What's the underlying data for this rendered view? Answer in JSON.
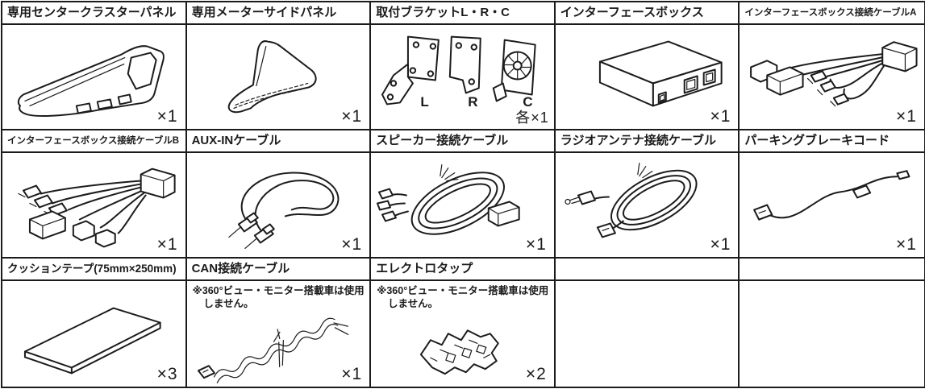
{
  "table_name": "付属品一覧 (parts list)",
  "colors": {
    "line": "#1c1c1c",
    "background": "#ffffff"
  },
  "cells": [
    {
      "title": "専用センタークラスターパネル",
      "qty": "×1",
      "illustration": "center-cluster-panel-illustration"
    },
    {
      "title": "専用メーターサイドパネル",
      "qty": "×1",
      "illustration": "meter-side-panel-illustration"
    },
    {
      "title": "取付ブラケットL・R・C",
      "qty": "各×1",
      "labels": [
        "L",
        "R",
        "C"
      ],
      "illustration": "mounting-brackets-lrc-illustration"
    },
    {
      "title": "インターフェースボックス",
      "qty": "×1",
      "illustration": "interface-box-illustration"
    },
    {
      "title": "インターフェースボックス接続ケーブルA",
      "qty": "×1",
      "illustration": "interface-box-cable-a-illustration"
    },
    {
      "title": "インターフェースボックス接続ケーブルB",
      "qty": "×1",
      "illustration": "interface-box-cable-b-illustration"
    },
    {
      "title": "AUX-INケーブル",
      "qty": "×1",
      "illustration": "aux-in-cable-illustration"
    },
    {
      "title": "スピーカー接続ケーブル",
      "qty": "×1",
      "illustration": "speaker-cable-illustration"
    },
    {
      "title": "ラジオアンテナ接続ケーブル",
      "qty": "×1",
      "illustration": "radio-antenna-cable-illustration"
    },
    {
      "title": "パーキングブレーキコード",
      "qty": "×1",
      "illustration": "parking-brake-cord-illustration"
    },
    {
      "title": "クッションテープ(75mm×250mm)",
      "qty": "×3",
      "illustration": "cushion-tape-illustration"
    },
    {
      "title": "CAN接続ケーブル",
      "qty": "×1",
      "note": "※360°ビュー・モニター搭載車は使用しません。",
      "illustration": "can-cable-illustration"
    },
    {
      "title": "エレクトロタップ",
      "qty": "×2",
      "note": "※360°ビュー・モニター搭載車は使用しません。",
      "illustration": "electro-tap-illustration"
    },
    {
      "title": "",
      "qty": ""
    },
    {
      "title": "",
      "qty": ""
    }
  ]
}
